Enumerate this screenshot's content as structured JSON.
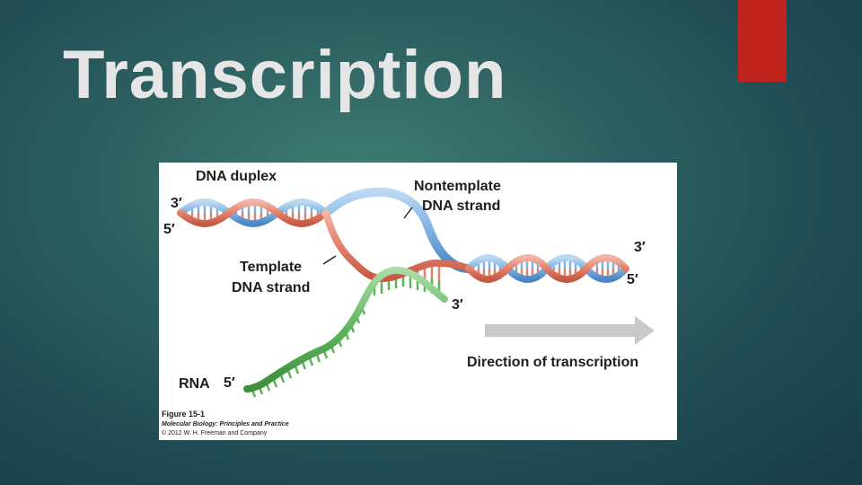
{
  "slide": {
    "title": "Transcription",
    "accent_color": "#c0221d"
  },
  "figure": {
    "labels": {
      "dna_duplex": "DNA duplex",
      "nontemplate_line1": "Nontemplate",
      "nontemplate_line2": "DNA strand",
      "template_line1": "Template",
      "template_line2": "DNA strand",
      "rna": "RNA",
      "direction": "Direction of transcription"
    },
    "ends": {
      "left_top": "3′",
      "left_bottom": "5′",
      "right_top": "3′",
      "right_bottom": "5′",
      "rna_3": "3′",
      "rna_5": "5′"
    },
    "caption": {
      "figure_number": "Figure 15-1",
      "book": "Molecular Biology: Principles and Practice",
      "copyright": "© 2012 W. H. Freeman and Company"
    },
    "colors": {
      "nontemplate_strand": "#7fb2e0",
      "template_strand": "#e4806a",
      "rna_strand": "#5db55a",
      "arrow": "#c9c9c9"
    }
  }
}
